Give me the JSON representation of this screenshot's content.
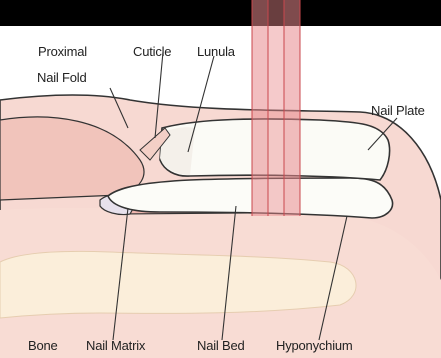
{
  "labels": {
    "proximal": "Proximal",
    "nail_fold": "Nail Fold",
    "cuticle": "Cuticle",
    "lunula": "Lunula",
    "nail_plate": "Nail Plate",
    "bone": "Bone",
    "nail_matrix": "Nail Matrix",
    "nail_bed": "Nail Bed",
    "hyponychium": "Hyponychium"
  },
  "colors": {
    "top_bar": "#000000",
    "skin": "#f6d6cf",
    "skin_dark": "#ecb9ad",
    "nail_plate": "#fbfbf7",
    "nail_bed": "#f1c2bb",
    "bone": "#fbecd6",
    "light_beam": "#e8898c",
    "outline": "#333333"
  }
}
